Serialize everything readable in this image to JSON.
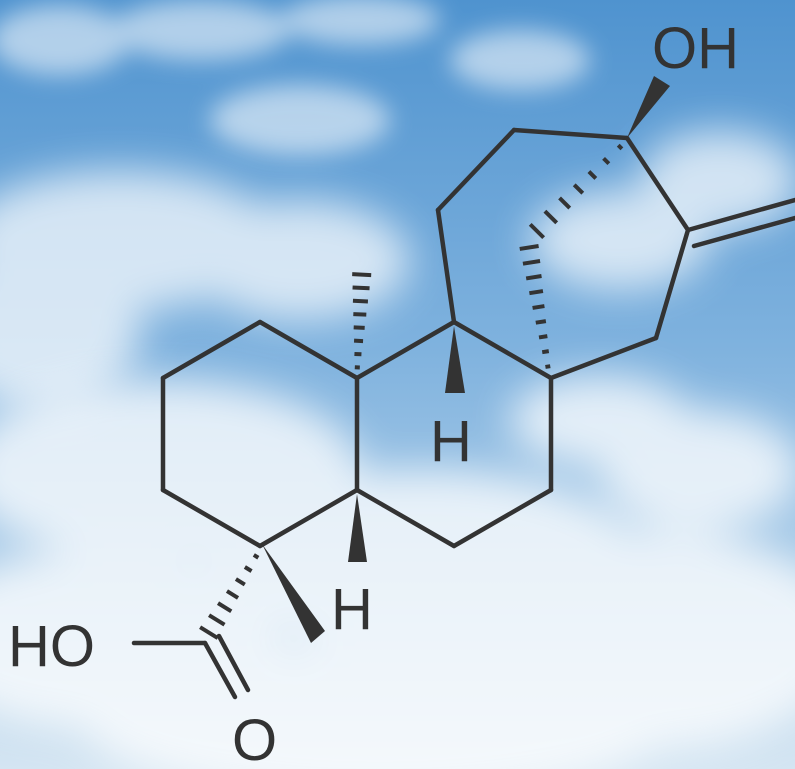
{
  "background": {
    "description_colors": {
      "sky_top": "#4f93cf",
      "sky_mid": "#8fbde3",
      "sky_bottom": "#d7e7f3",
      "cloud": "#ffffff"
    }
  },
  "molecule": {
    "line_color": "#333333",
    "labels": {
      "oh_top": "OH",
      "h_upper": "H",
      "h_lower": "H",
      "ho_carboxyl": "HO",
      "o_carbonyl": "O"
    }
  }
}
